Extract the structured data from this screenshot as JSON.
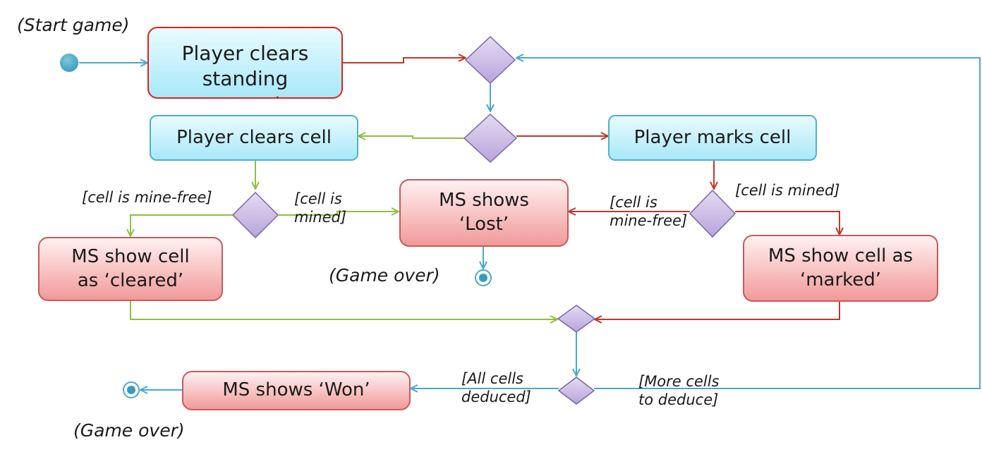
{
  "diagram": {
    "annotations": {
      "start": "(Start game)",
      "game_over_lost": "(Game over)",
      "game_over_won": "(Game over)"
    },
    "actions": {
      "clear_standing": "Player clears\nstanding\nground",
      "clear_cell": "Player clears cell",
      "mark_cell": "Player marks cell",
      "shows_lost": "MS shows\n‘Lost’",
      "show_cleared": "MS show cell\nas ‘cleared’",
      "show_marked": "MS show cell as\n‘marked’",
      "shows_won": "MS shows ‘Won’"
    },
    "guards": {
      "clear_mine_free": "[cell is mine-free]",
      "clear_mined": "[cell is\nmined]",
      "mark_mine_free": "[cell is\nmine-free]",
      "mark_mined": "[cell is mined]",
      "all_deduced": "[All cells\ndeduced]",
      "more_to_deduce": "[More cells\nto deduce]"
    },
    "colors": {
      "flow_blue": "#4ba9c8",
      "flow_red": "#c0392b",
      "flow_green": "#8dc040",
      "diamond_fill": "#c9b8e3",
      "diamond_stroke": "#7b63a8",
      "initial_node": "#4aa8c8"
    }
  }
}
